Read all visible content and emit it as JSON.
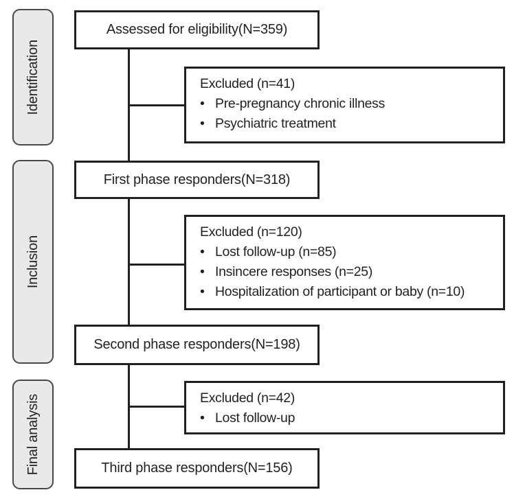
{
  "figure": {
    "bullet_char": "•",
    "stages": [
      {
        "label": "Identification"
      },
      {
        "label": "Inclusion"
      },
      {
        "label": "Final analysis"
      }
    ],
    "flow_boxes": [
      {
        "label": "Assessed for eligibility(N=359)"
      },
      {
        "label": "First phase responders(N=318)"
      },
      {
        "label": "Second phase responders(N=198)"
      },
      {
        "label": "Third phase responders(N=156)"
      }
    ],
    "excluded_boxes": [
      {
        "title": "Excluded (n=41)",
        "items": [
          "Pre-pregnancy chronic illness",
          "Psychiatric treatment"
        ]
      },
      {
        "title": "Excluded (n=120)",
        "items": [
          "Lost follow-up (n=85)",
          "Insincere responses (n=25)",
          "Hospitalization of participant or baby (n=10)"
        ]
      },
      {
        "title": "Excluded (n=42)",
        "items": [
          "Lost follow-up"
        ]
      }
    ],
    "colors": {
      "line": "#231f20",
      "stage_fill": "#e9e9e9",
      "stage_border": "#48484a",
      "text": "#231f20",
      "background": "#ffffff"
    }
  }
}
